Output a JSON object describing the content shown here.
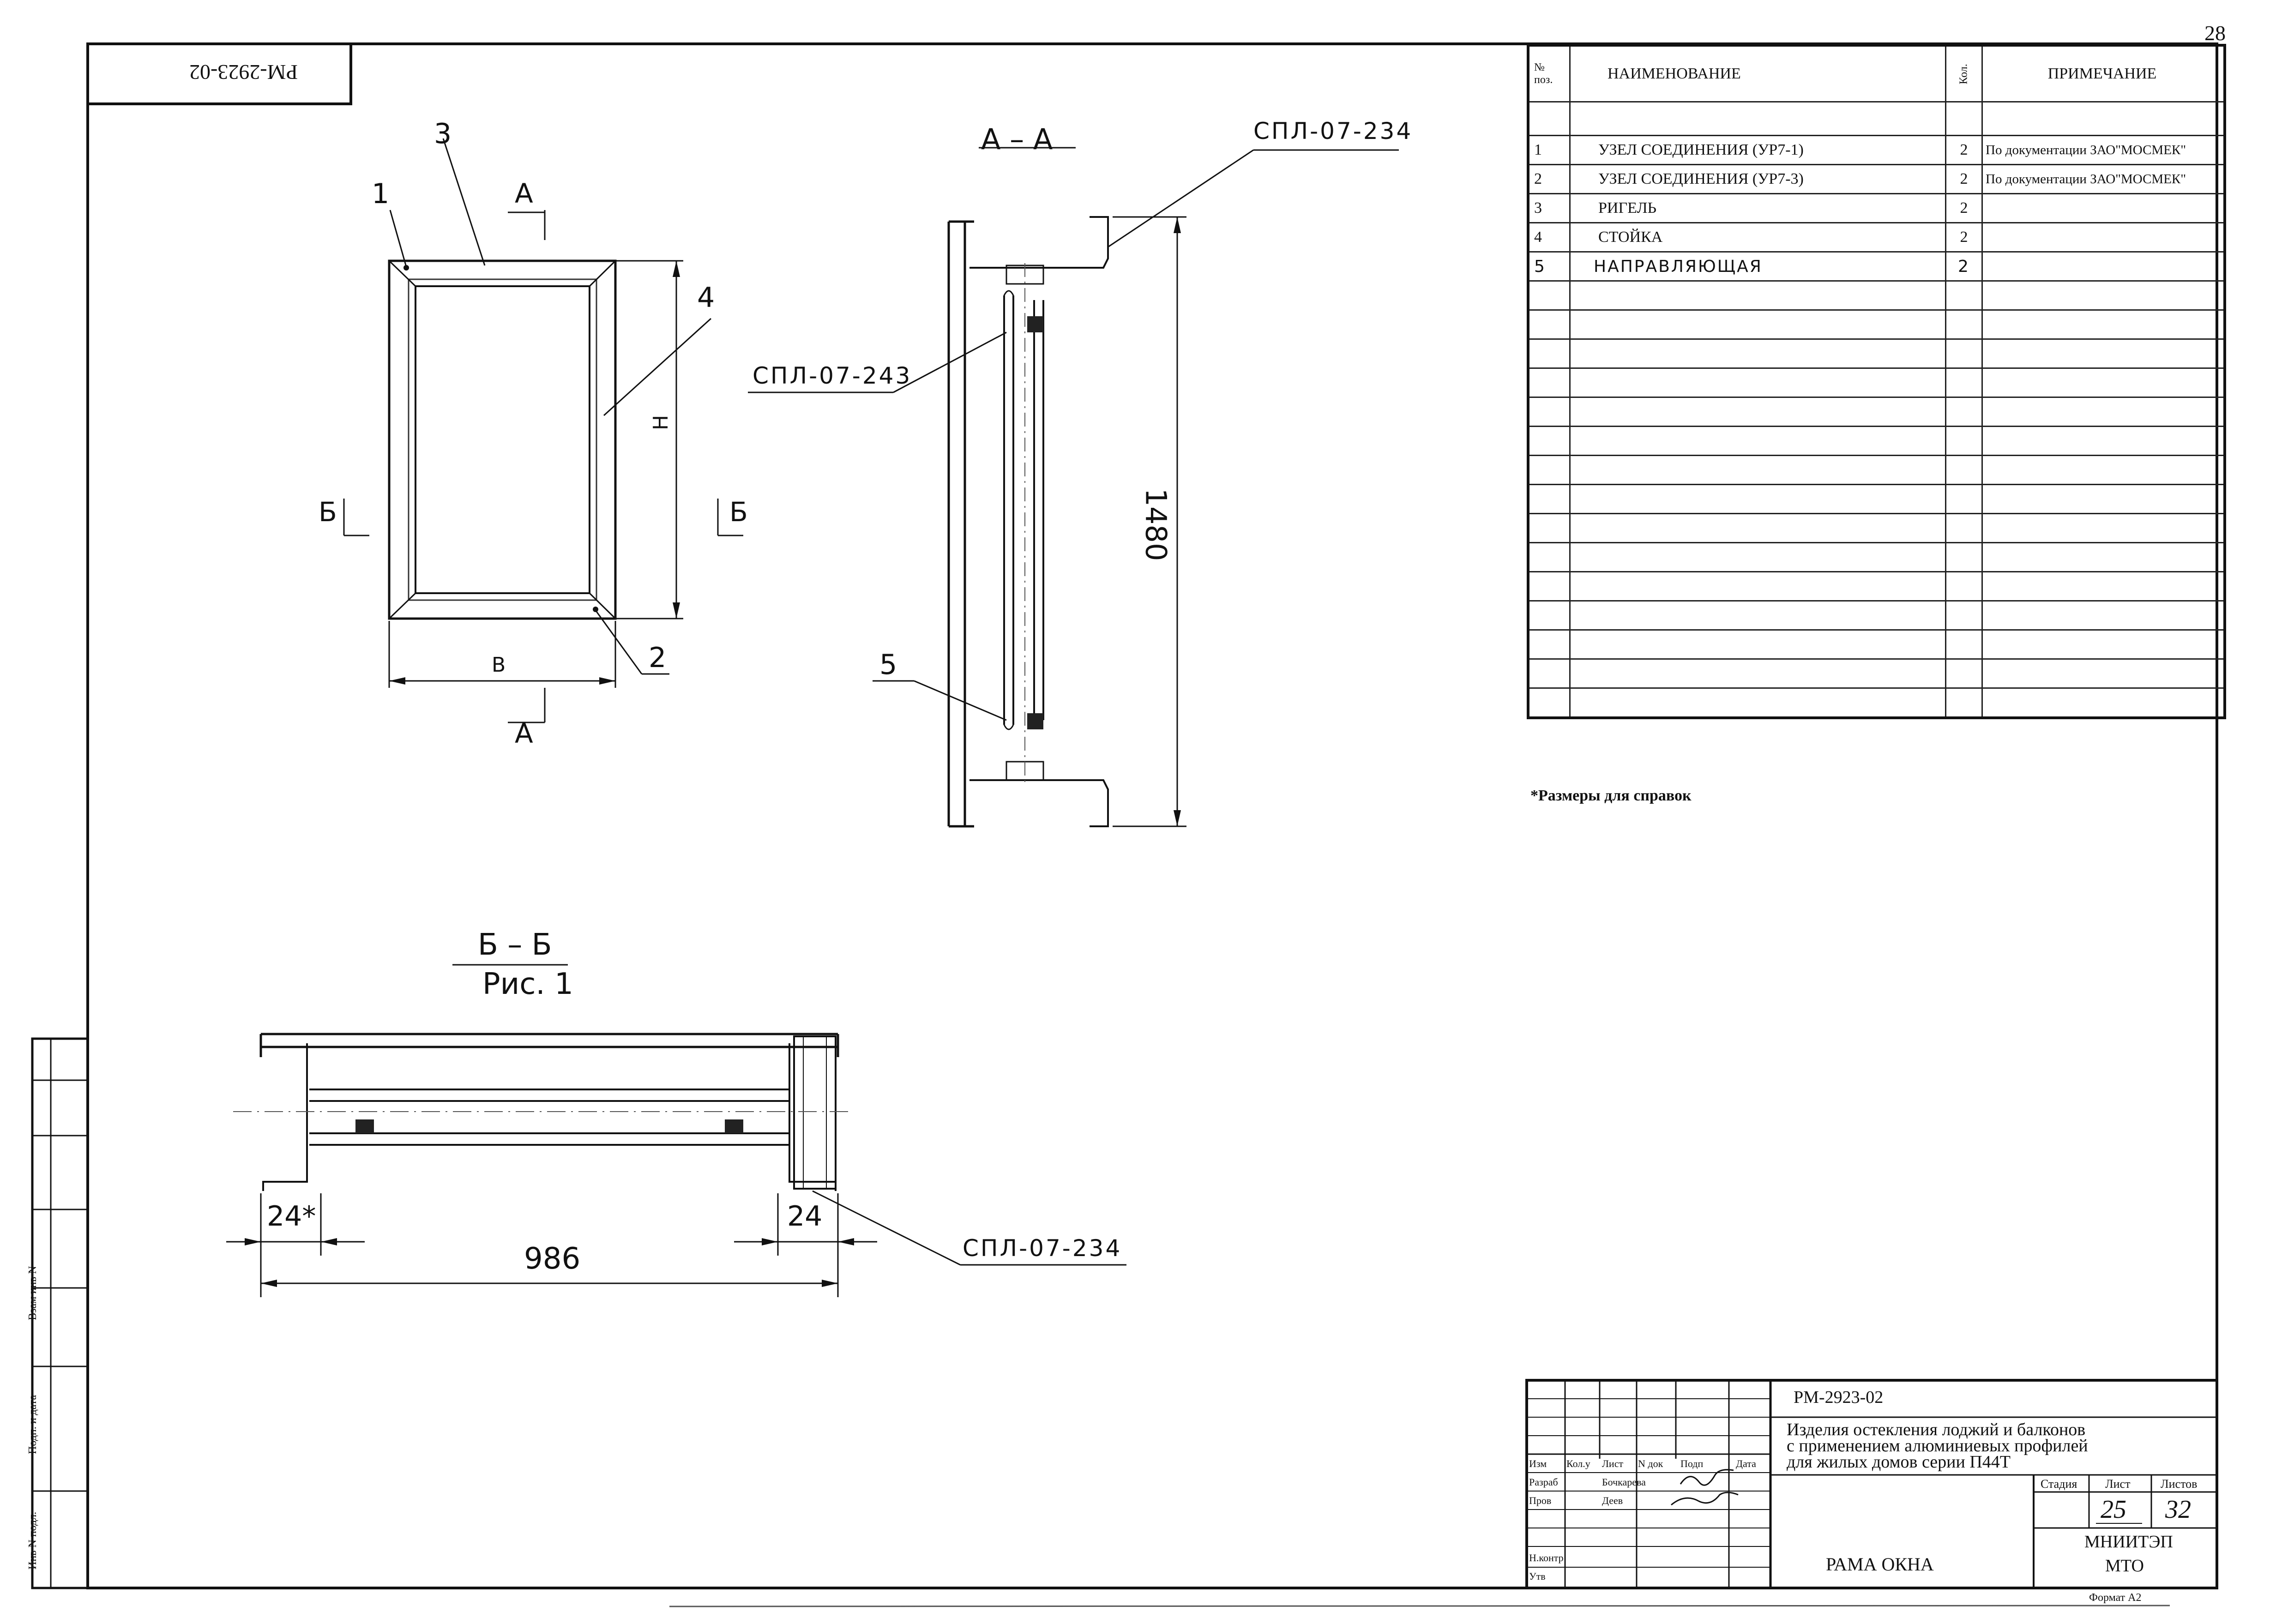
{
  "document": {
    "sheet_number_corner": "28",
    "code_stamp_rotated": "РМ-2923-02",
    "reference_note": "*Размеры для справок"
  },
  "figure": {
    "section_aa_title": "А – А",
    "section_bb_title": "Б – Б",
    "figure_caption": "Рис. 1",
    "markers": {
      "a_top": "А",
      "a_bottom": "А",
      "b_left": "Б",
      "b_right": "Б"
    },
    "callouts": [
      "1",
      "2",
      "3",
      "4",
      "5"
    ],
    "dimensions": {
      "height_label": "Н",
      "width_label": "В",
      "height_value": "1480",
      "width_value": "986",
      "left_offset": "24*",
      "right_offset": "24"
    },
    "profile_labels": {
      "top": "СПЛ-07-234",
      "middle": "СПЛ-07-243",
      "bottom": "СПЛ-07-234"
    }
  },
  "spec_table": {
    "headers": {
      "pos": "№ поз.",
      "name": "НАИМЕНОВАНИЕ",
      "qty": "Кол.",
      "note": "ПРИМЕЧАНИЕ"
    },
    "rows": [
      {
        "pos": "1",
        "name": "УЗЕЛ СОЕДИНЕНИЯ  (УР7-1)",
        "qty": "2",
        "note": "По документации ЗАО\"МОСМЕК\""
      },
      {
        "pos": "2",
        "name": "УЗЕЛ СОЕДИНЕНИЯ  (УР7-3)",
        "qty": "2",
        "note": "По документации ЗАО\"МОСМЕК\""
      },
      {
        "pos": "3",
        "name": "РИГЕЛЬ",
        "qty": "2",
        "note": ""
      },
      {
        "pos": "4",
        "name": "СТОЙКА",
        "qty": "2",
        "note": ""
      },
      {
        "pos": "5",
        "name": "НАПРАВЛЯЮЩАЯ",
        "qty": "2",
        "note": ""
      }
    ]
  },
  "title_block": {
    "code": "РМ-2923-02",
    "description_line1": "Изделия остекления лоджий и балконов",
    "description_line2": "с применением алюминиевых профилей",
    "description_line3": "для жилых домов серии П44Т",
    "col_headers": [
      "Изм",
      "Кол.у",
      "Лист",
      "N док",
      "Подп",
      "Дата"
    ],
    "roles": [
      {
        "role": "Разраб",
        "name": "Бочкарева"
      },
      {
        "role": "Пров",
        "name": "Деев"
      }
    ],
    "extra_roles": [
      "Н.контр",
      "Утв"
    ],
    "stage_header": "Стадия",
    "sheet_header": "Лист",
    "sheets_header": "Листов",
    "sheet_value": "25",
    "sheets_value": "32",
    "org_line1": "МНИИТЭП",
    "org_line2": "МТО",
    "drawing_name": "РАМА  ОКНА",
    "format": "Формат А2"
  },
  "side_stamp": {
    "labels": [
      "Взам инв N",
      "Подп. и дата",
      "Инв N подл."
    ]
  }
}
